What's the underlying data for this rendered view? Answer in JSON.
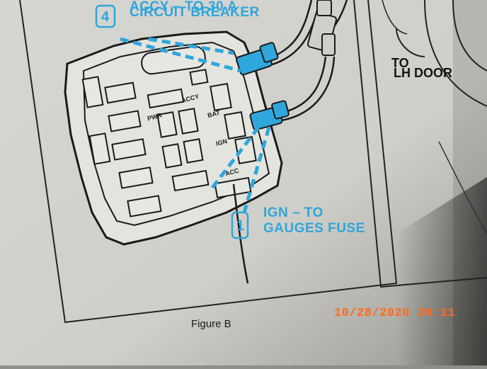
{
  "callout_top": {
    "badge": "4",
    "line1": "ACCY – TO 30 A",
    "line2": "CIRCUIT BREAKER"
  },
  "callout_bottom": {
    "badge": "1",
    "line1": "IGN – TO",
    "line2": "GAUGES FUSE"
  },
  "right_panel": {
    "line1": "TO",
    "line2": "LH DOOR"
  },
  "fuse_labels": {
    "pwr": "PWR",
    "accy": "ACCY",
    "bat": "BAT",
    "ign": "IGN",
    "acc": "ACC"
  },
  "caption": "Figure B",
  "timestamp": "10/28/2020  20:11",
  "colors": {
    "callout_blue": "#2fa6dc",
    "stamp_orange": "#ff6a1a",
    "paper": "#d9d8d2"
  }
}
